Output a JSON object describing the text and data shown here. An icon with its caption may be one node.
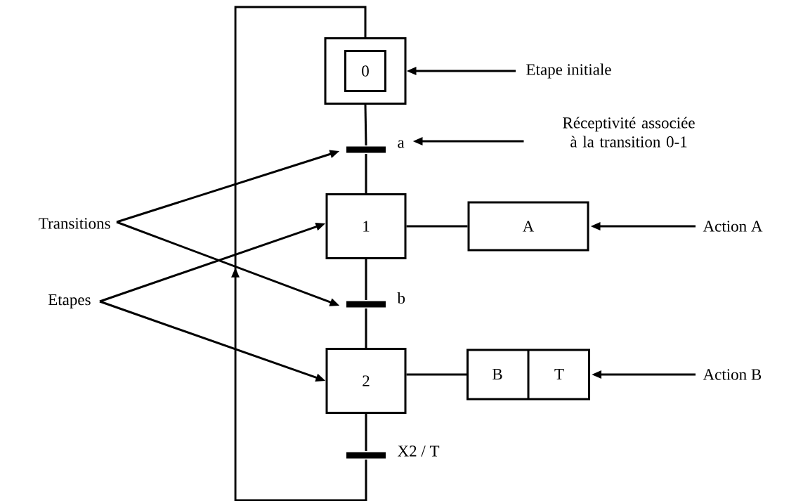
{
  "diagram": {
    "nodes": [
      {
        "text": [
          "0"
        ]
      },
      {
        "text": [],
        "shape": "bar",
        "beside": [
          "a"
        ]
      },
      {
        "text": [
          "1"
        ]
      },
      {
        "text": [],
        "shape": "bar",
        "beside": [
          "b"
        ]
      },
      {
        "text": [
          "2"
        ]
      },
      {
        "text": [],
        "shape": "bar",
        "beside": [
          "X2 / T"
        ]
      },
      {
        "text": [
          "A"
        ]
      },
      {
        "text": [
          "B",
          "T"
        ]
      },
      {
        "text": [
          "Etape initiale"
        ]
      },
      {
        "text": [
          "Réceptivité associée à la transition 0-1"
        ]
      },
      {
        "text": [
          "Transitions"
        ]
      },
      {
        "text": [
          "Etapes"
        ]
      },
      {
        "text": [
          "Action A"
        ]
      },
      {
        "text": [
          "Action B"
        ]
      }
    ],
    "edges": [
      {
        "from": 0,
        "to": 1,
        "arrow": "none"
      },
      {
        "from": 1,
        "to": 2,
        "arrow": "none"
      },
      {
        "from": 2,
        "to": 3,
        "arrow": "none"
      },
      {
        "from": 3,
        "to": 4,
        "arrow": "none"
      },
      {
        "from": 4,
        "to": 5,
        "arrow": "none"
      },
      {
        "from": 5,
        "to": 0,
        "arrow": "to"
      },
      {
        "from": 2,
        "to": 6,
        "arrow": "none"
      },
      {
        "from": 4,
        "to": 7,
        "arrow": "none"
      },
      {
        "from": 8,
        "to": 0,
        "arrow": "to"
      },
      {
        "from": 9,
        "to": 1,
        "arrow": "to"
      },
      {
        "from": 10,
        "to": 1,
        "arrow": "to"
      },
      {
        "from": 10,
        "to": 3,
        "arrow": "to"
      },
      {
        "from": 11,
        "to": 2,
        "arrow": "to"
      },
      {
        "from": 11,
        "to": 4,
        "arrow": "to"
      },
      {
        "from": 12,
        "to": 6,
        "arrow": "to"
      },
      {
        "from": 13,
        "to": 7,
        "arrow": "to"
      }
    ]
  }
}
